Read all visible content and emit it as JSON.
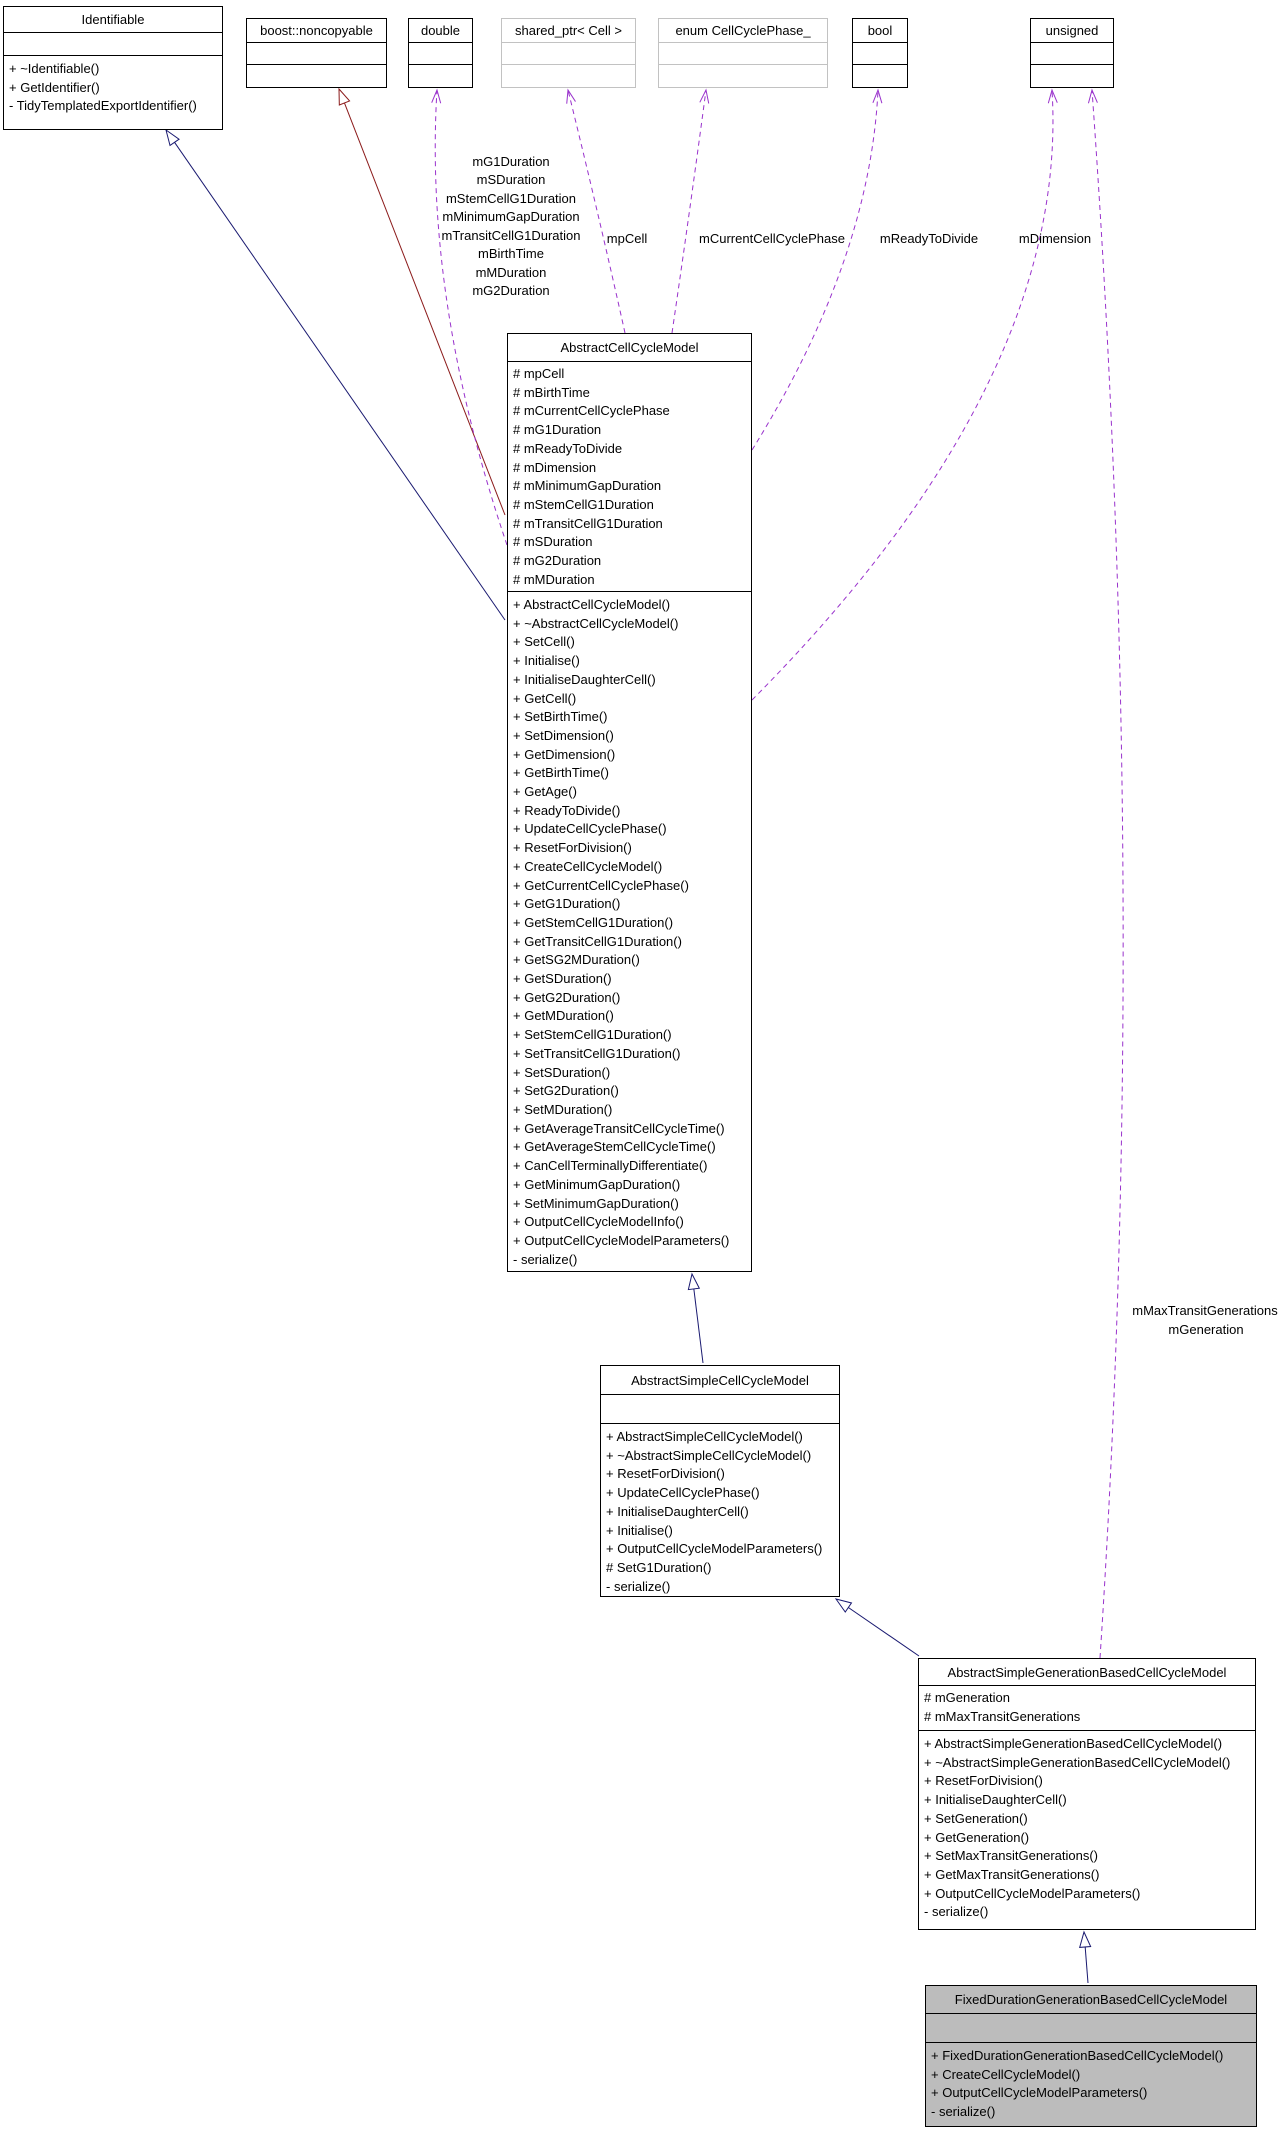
{
  "classes": {
    "identifiable": {
      "name": "Identifiable",
      "attributes": [],
      "methods": [
        "+ ~Identifiable()",
        "+ GetIdentifier()",
        "- TidyTemplatedExportIdentifier()"
      ]
    },
    "boost_noncopyable": {
      "name": "boost::noncopyable",
      "attributes": [],
      "methods": []
    },
    "double_type": {
      "name": "double",
      "attributes": [],
      "methods": []
    },
    "shared_ptr_cell": {
      "name": "shared_ptr< Cell >",
      "attributes": [],
      "methods": []
    },
    "enum_cell_cycle_phase": {
      "name": "enum CellCyclePhase_",
      "attributes": [],
      "methods": []
    },
    "bool_type": {
      "name": "bool",
      "attributes": [],
      "methods": []
    },
    "unsigned_type": {
      "name": "unsigned",
      "attributes": [],
      "methods": []
    },
    "abstract_cell_cycle_model": {
      "name": "AbstractCellCycleModel",
      "attributes": [
        "# mpCell",
        "# mBirthTime",
        "# mCurrentCellCyclePhase",
        "# mG1Duration",
        "# mReadyToDivide",
        "# mDimension",
        "# mMinimumGapDuration",
        "# mStemCellG1Duration",
        "# mTransitCellG1Duration",
        "# mSDuration",
        "# mG2Duration",
        "# mMDuration"
      ],
      "methods": [
        "+ AbstractCellCycleModel()",
        "+ ~AbstractCellCycleModel()",
        "+ SetCell()",
        "+ Initialise()",
        "+ InitialiseDaughterCell()",
        "+ GetCell()",
        "+ SetBirthTime()",
        "+ SetDimension()",
        "+ GetDimension()",
        "+ GetBirthTime()",
        "+ GetAge()",
        "+ ReadyToDivide()",
        "+ UpdateCellCyclePhase()",
        "+ ResetForDivision()",
        "+ CreateCellCycleModel()",
        "+ GetCurrentCellCyclePhase()",
        "+ GetG1Duration()",
        "+ GetStemCellG1Duration()",
        "+ GetTransitCellG1Duration()",
        "+ GetSG2MDuration()",
        "+ GetSDuration()",
        "+ GetG2Duration()",
        "+ GetMDuration()",
        "+ SetStemCellG1Duration()",
        "+ SetTransitCellG1Duration()",
        "+ SetSDuration()",
        "+ SetG2Duration()",
        "+ SetMDuration()",
        "+ GetAverageTransitCellCycleTime()",
        "+ GetAverageStemCellCycleTime()",
        "+ CanCellTerminallyDifferentiate()",
        "+ GetMinimumGapDuration()",
        "+ SetMinimumGapDuration()",
        "+ OutputCellCycleModelInfo()",
        "+ OutputCellCycleModelParameters()",
        "- serialize()"
      ]
    },
    "abstract_simple_cell_cycle_model": {
      "name": "AbstractSimpleCellCycleModel",
      "attributes": [],
      "methods": [
        "+ AbstractSimpleCellCycleModel()",
        "+ ~AbstractSimpleCellCycleModel()",
        "+ ResetForDivision()",
        "+ UpdateCellCyclePhase()",
        "+ InitialiseDaughterCell()",
        "+ Initialise()",
        "+ OutputCellCycleModelParameters()",
        "# SetG1Duration()",
        "- serialize()"
      ]
    },
    "abstract_simple_generation_based_cell_cycle_model": {
      "name": "AbstractSimpleGenerationBasedCellCycleModel",
      "attributes": [
        "# mGeneration",
        "# mMaxTransitGenerations"
      ],
      "methods": [
        "+ AbstractSimpleGenerationBasedCellCycleModel()",
        "+ ~AbstractSimpleGenerationBasedCellCycleModel()",
        "+ ResetForDivision()",
        "+ InitialiseDaughterCell()",
        "+ SetGeneration()",
        "+ GetGeneration()",
        "+ SetMaxTransitGenerations()",
        "+ GetMaxTransitGenerations()",
        "+ OutputCellCycleModelParameters()",
        "- serialize()"
      ]
    },
    "fixed_duration_generation_based_cell_cycle_model": {
      "name": "FixedDurationGenerationBasedCellCycleModel",
      "attributes": [],
      "methods": [
        "+ FixedDurationGenerationBasedCellCycleModel()",
        "+ CreateCellCycleModel()",
        "+ OutputCellCycleModelParameters()",
        "- serialize()"
      ]
    }
  },
  "edge_labels": {
    "double_members": [
      "mG1Duration",
      "mSDuration",
      "mStemCellG1Duration",
      "mMinimumGapDuration",
      "mTransitCellG1Duration",
      "mBirthTime",
      "mMDuration",
      "mG2Duration"
    ],
    "mp_cell": "mpCell",
    "current_phase": "mCurrentCellCyclePhase",
    "ready_to_divide": "mReadyToDivide",
    "dimension": "mDimension",
    "unsigned_members": [
      "mMaxTransitGenerations",
      "mGeneration"
    ]
  },
  "colors": {
    "inheritance_blue": "#191970",
    "inheritance_red": "#8b1a1a",
    "usage_purple": "#9932cc",
    "highlight_fill": "#bcbcbc",
    "weak_border": "#c2c2c2"
  }
}
